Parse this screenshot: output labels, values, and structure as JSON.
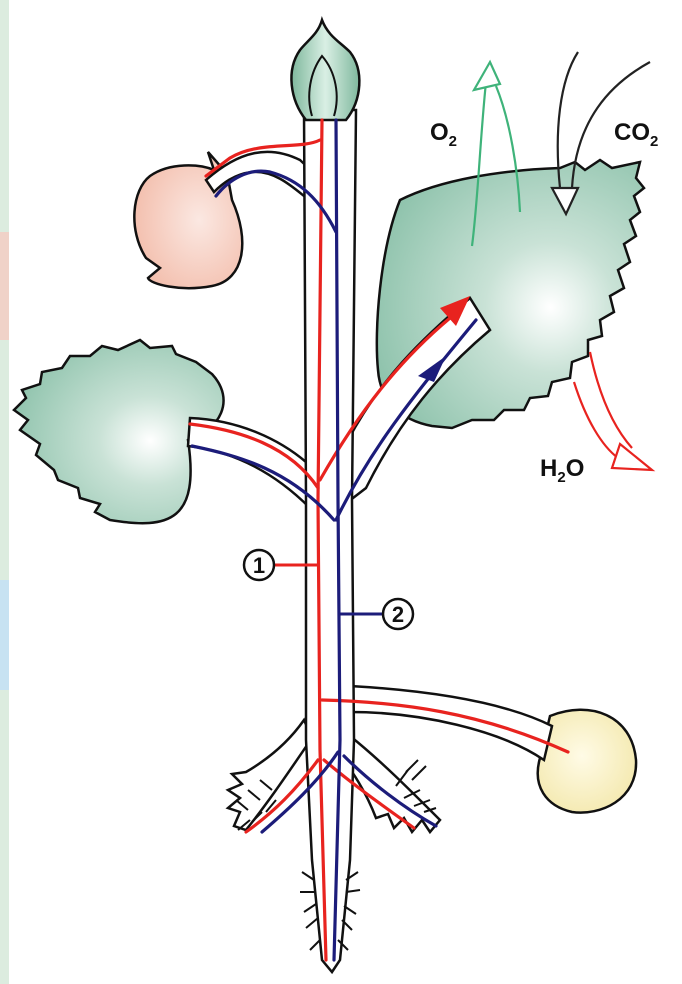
{
  "labels": {
    "oxygen": {
      "base": "O",
      "sub": "2"
    },
    "carbon_dioxide": {
      "base": "CO",
      "sub": "2"
    },
    "water": {
      "base": "H",
      "sub": "2",
      "tail": "O"
    },
    "vessel_1": "1",
    "vessel_2": "2"
  },
  "colors": {
    "leaf": "#8dc2ab",
    "bud": "#8dc2ab",
    "fruit": "#f2b9a6",
    "tuber": "#f6ecb8",
    "red_flow": "#e8231f",
    "blue_flow": "#1c1c7a",
    "oxygen_arrow": "#3fb37a",
    "water_arrow": "#e8231f",
    "co2_arrow": "#222222",
    "outline": "#111111"
  }
}
